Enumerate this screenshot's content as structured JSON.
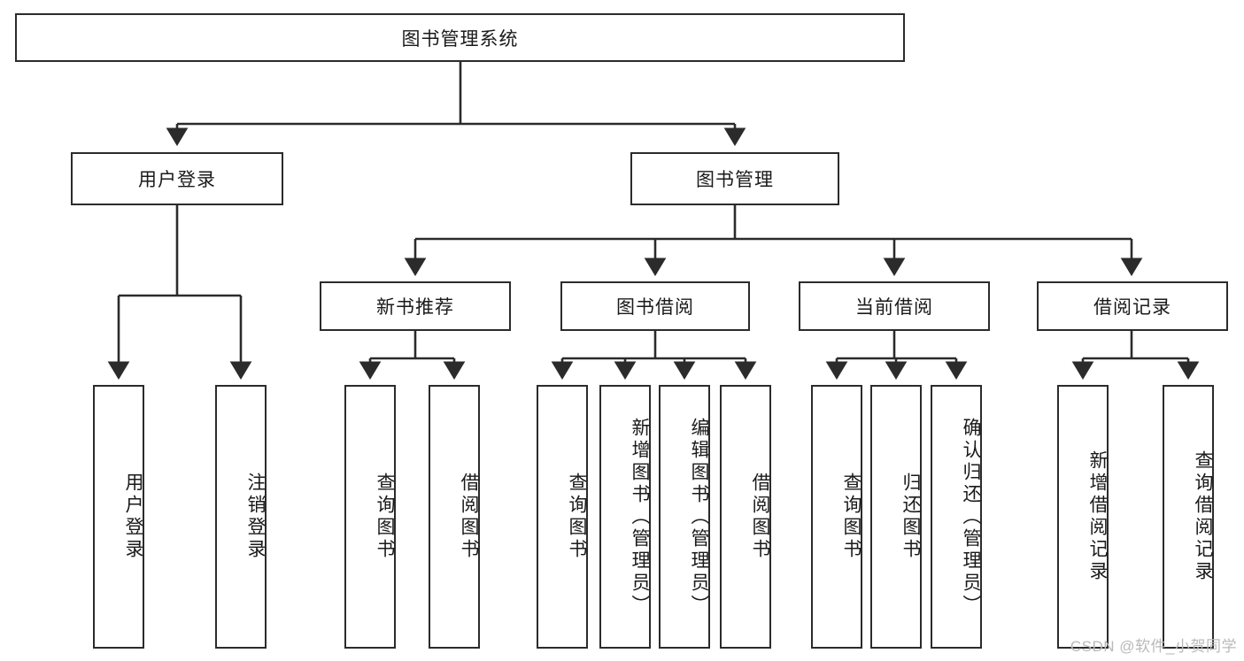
{
  "diagram": {
    "title": "图书管理系统",
    "type": "tree-hierarchy-diagram",
    "colors": {
      "box_border": "#2b2b2b",
      "box_fill": "#ffffff",
      "link": "#2b2b2b",
      "text": "#1a1a1a",
      "watermark": "#b9b9b9",
      "background": "#ffffff"
    },
    "root": {
      "label": "图书管理系统"
    },
    "level2": [
      {
        "label": "用户登录"
      },
      {
        "label": "图书管理"
      }
    ],
    "level3": [
      {
        "label": "新书推荐"
      },
      {
        "label": "图书借阅"
      },
      {
        "label": "当前借阅"
      },
      {
        "label": "借阅记录"
      }
    ],
    "leaves": {
      "user_login": [
        {
          "label": "用户登录"
        },
        {
          "label": "注销登录"
        }
      ],
      "new_book_recommend": [
        {
          "label": "查询图书"
        },
        {
          "label": "借阅图书"
        }
      ],
      "book_borrow": [
        {
          "label": "查询图书"
        },
        {
          "label": "新增图书（管理员）"
        },
        {
          "label": "编辑图书（管理员）"
        },
        {
          "label": "借阅图书"
        }
      ],
      "current_borrow": [
        {
          "label": "查询图书"
        },
        {
          "label": "归还图书"
        },
        {
          "label": "确认归还（管理员）"
        }
      ],
      "borrow_record": [
        {
          "label": "新增借阅记录"
        },
        {
          "label": "查询借阅记录"
        }
      ]
    },
    "watermark": "CSDN @软件_小贺同学"
  }
}
